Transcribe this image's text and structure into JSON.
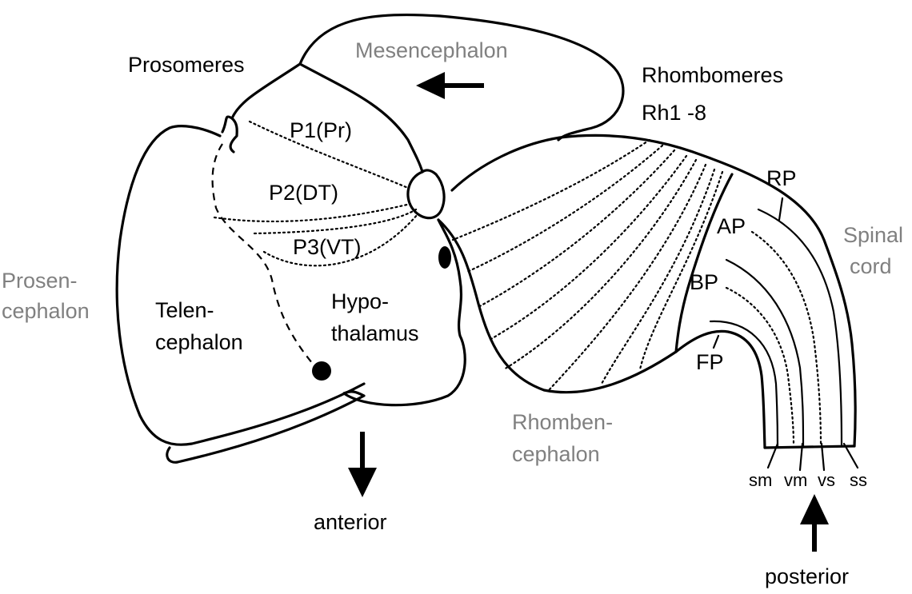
{
  "labels": {
    "mesencephalon": "Mesencephalon",
    "prosomeres": "Prosomeres",
    "rhombomeres": "Rhombomeres",
    "rh1_8": "Rh1 -8",
    "p1": "P1(Pr)",
    "p2": "P2(DT)",
    "p3": "P3(VT)",
    "prosencephalon_1": "Prosen-",
    "prosencephalon_2": "cephalon",
    "telencephalon_1": "Telen-",
    "telencephalon_2": "cephalon",
    "hypothalamus_1": "Hypo-",
    "hypothalamus_2": "thalamus",
    "rhombencephalon_1": "Rhomben-",
    "rhombencephalon_2": "cephalon",
    "spinal_cord_1": "Spinal",
    "spinal_cord_2": "cord",
    "rp": "RP",
    "ap": "AP",
    "bp": "BP",
    "fp": "FP",
    "sm": "sm",
    "vm": "vm",
    "vs": "vs",
    "ss": "ss",
    "anterior": "anterior",
    "posterior": "posterior"
  },
  "colors": {
    "line": "#000000",
    "gray_label": "#808080"
  }
}
